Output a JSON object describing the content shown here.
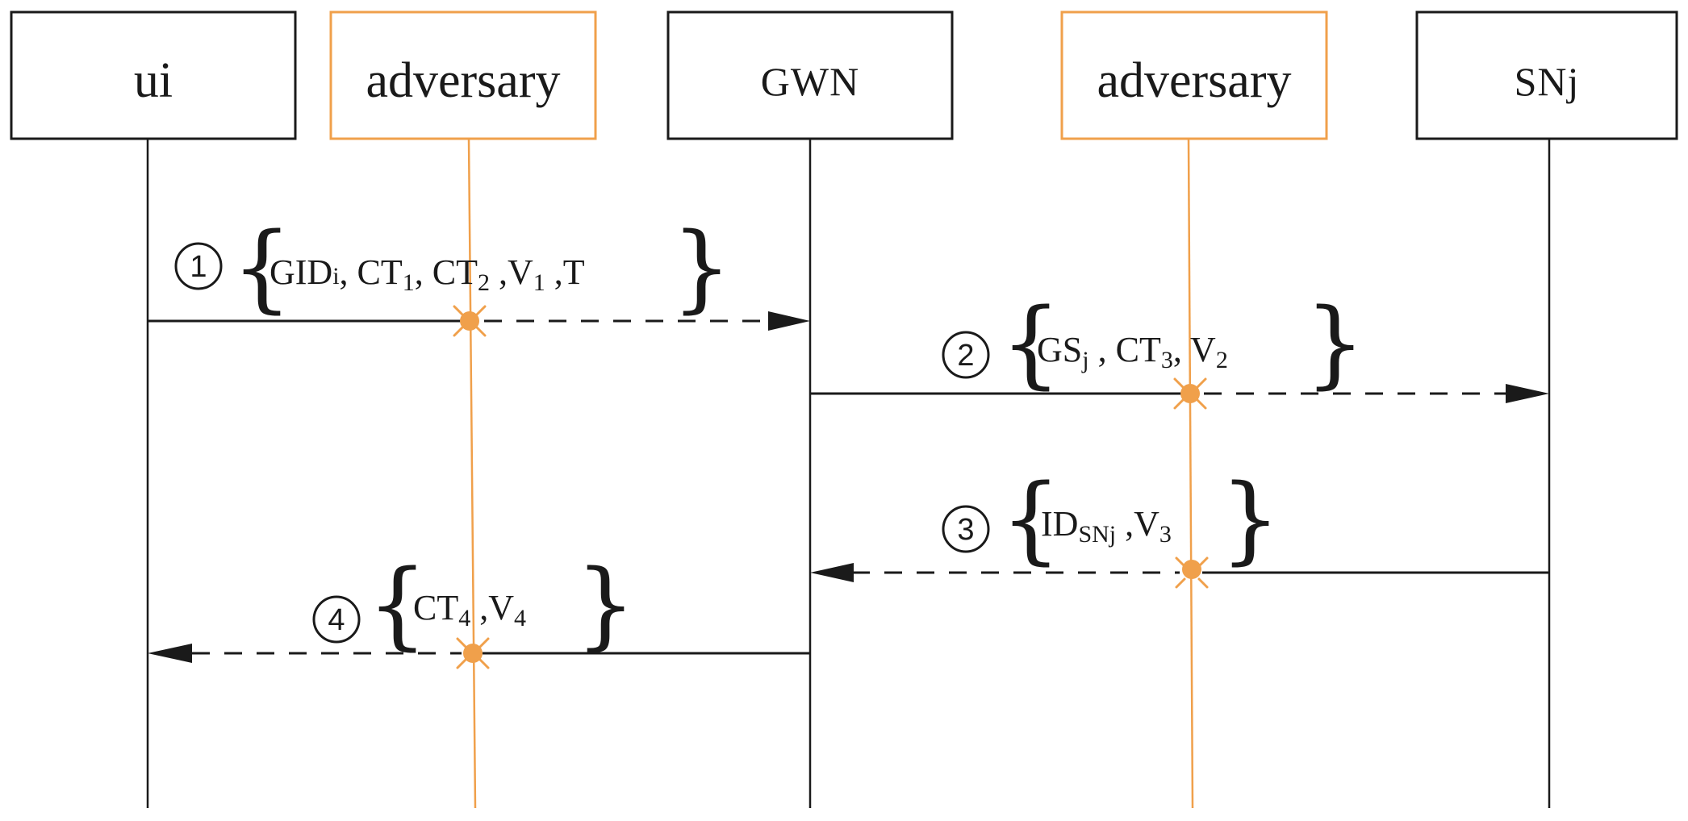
{
  "lifelines": {
    "ui": "ui",
    "adversary1": "adversary",
    "gwn": "GWN",
    "adversary2": "adversary",
    "snj": "SNj"
  },
  "messages": {
    "m1": {
      "number": "1",
      "p1": "GID",
      "p1sub": "i",
      "sep1": ", ",
      "p2": "CT",
      "p2sub": "1",
      "sep2": ", ",
      "p3": "CT",
      "p3sub": "2",
      "sep3": " ,",
      "p4": "V",
      "p4sub": "1",
      "sep4": " ,",
      "p5": "T"
    },
    "m2": {
      "number": "2",
      "p1": "GS",
      "p1sub": "j",
      "sep1": "  , ",
      "p2": "CT",
      "p2sub": "3",
      "sep2": ", ",
      "p3": "V",
      "p3sub": "2"
    },
    "m3": {
      "number": "3",
      "p1": "ID",
      "p1sub": "SNj",
      "sep1": " ,",
      "p2": "V",
      "p2sub": "3"
    },
    "m4": {
      "number": "4",
      "p1": "CT",
      "p1sub": "4",
      "sep1": " ,",
      "p2": "V",
      "p2sub": "4"
    }
  },
  "colors": {
    "line": "#1a1a1a",
    "adversary": "#f0a04b"
  }
}
